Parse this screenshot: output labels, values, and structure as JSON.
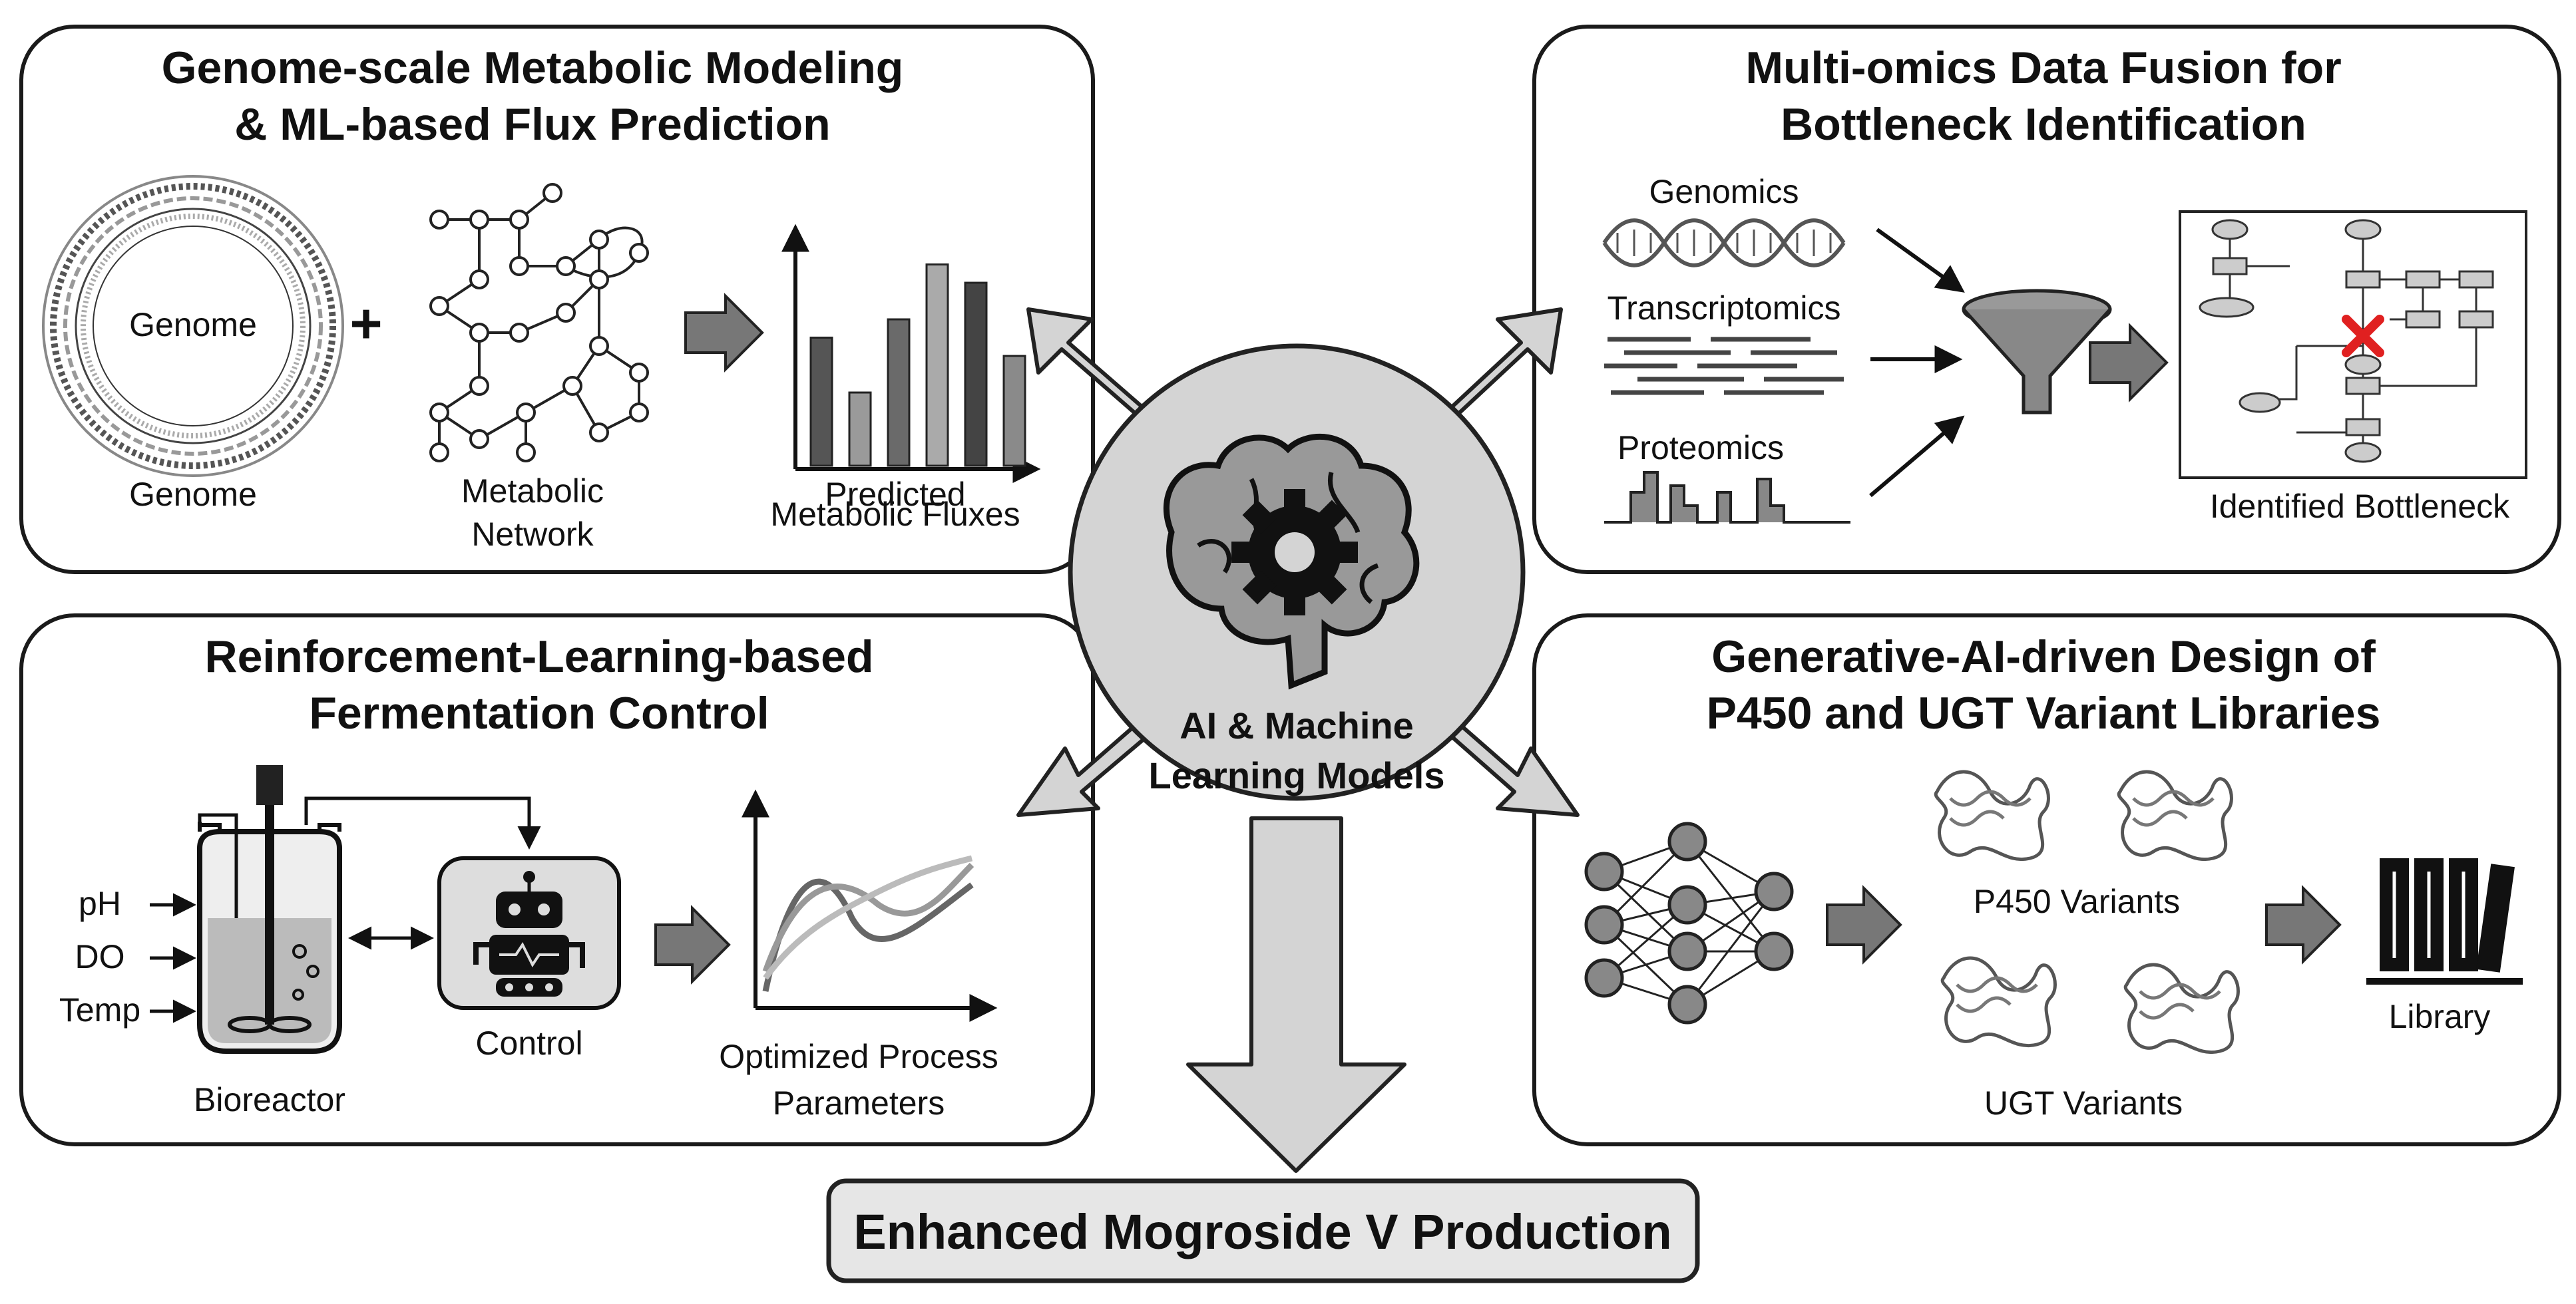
{
  "center": {
    "line1": "AI & Machine",
    "line2": "Learning Models"
  },
  "result": {
    "label": "Enhanced Mogroside V Production"
  },
  "panels": {
    "gsm": {
      "title_line1": "Genome-scale Metabolic Modeling",
      "title_line2": "& ML-based Flux Prediction",
      "genome_inner": "Genome",
      "genome_caption": "Genome",
      "plus": "+",
      "network_line1": "Metabolic",
      "network_line2": "Network",
      "fluxes_line1": "Predicted",
      "fluxes_line2": "Metabolic Fluxes"
    },
    "omics": {
      "title_line1": "Multi-omics Data Fusion for",
      "title_line2": "Bottleneck Identification",
      "genomics": "Genomics",
      "transcriptomics": "Transcriptomics",
      "proteomics": "Proteomics",
      "bottleneck": "Identified Bottleneck"
    },
    "rl": {
      "title_line1": "Reinforcement-Learning-based",
      "title_line2": "Fermentation Control",
      "input_ph": "pH",
      "input_do": "DO",
      "input_temp": "Temp",
      "bioreactor": "Bioreactor",
      "control": "Control",
      "params_line1": "Optimized Process",
      "params_line2": "Parameters"
    },
    "genai": {
      "title_line1": "Generative-AI-driven Design of",
      "title_line2": "P450 and UGT Variant Libraries",
      "p450": "P450 Variants",
      "ugt": "UGT Variants",
      "library": "Library"
    }
  },
  "flux_chart": {
    "type": "bar",
    "values": [
      7,
      4,
      8,
      11,
      10,
      6
    ],
    "shades": [
      "#555555",
      "#9a9a9a",
      "#6a6a6a",
      "#aaaaaa",
      "#444444",
      "#8a8a8a"
    ],
    "ylim": [
      0,
      12
    ]
  },
  "colors": {
    "arrow_fill": "#d4d4d4",
    "panel_stroke": "#1a1a1a",
    "block_arrow": "#777777",
    "inhibit_mark": "#e02020",
    "result_fill": "#e6e6e6"
  }
}
